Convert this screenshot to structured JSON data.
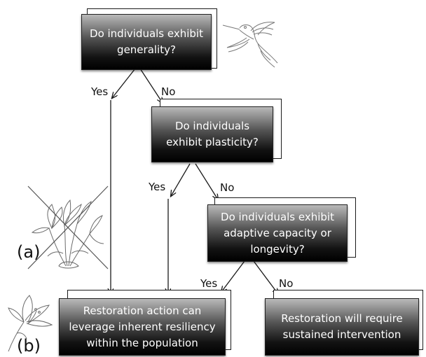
{
  "nodes": {
    "q1": "Do individuals exhibit generality?",
    "q2": "Do individuals exhibit plasticity?",
    "q3": "Do individuals exhibit adaptive capacity or longevity?",
    "outcome_a": "Restoration action can leverage inherent resiliency within the population",
    "outcome_b": "Restoration will require sustained intervention"
  },
  "branch_labels": {
    "q1_yes": "Yes",
    "q1_no": "No",
    "q2_yes": "Yes",
    "q2_no": "No",
    "q3_yes": "Yes",
    "q3_no": "No"
  },
  "panel_labels": {
    "a": "(a)",
    "b": "(b)"
  },
  "illustrations": [
    "hummingbird-icon",
    "crossed-out-lily-bouquet-icon",
    "single-tubular-flower-icon"
  ],
  "colors": {
    "box_top": "#b9b9b9",
    "box_bottom": "#000000",
    "text": "#ffffff",
    "line": "#1a1a1a"
  }
}
